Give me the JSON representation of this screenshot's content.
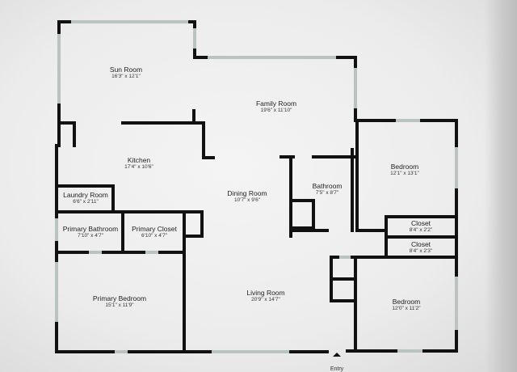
{
  "plan": {
    "rooms": [
      {
        "id": "sun-room",
        "name": "Sun Room",
        "dims": "16'3\" x 12'1\""
      },
      {
        "id": "family-room",
        "name": "Family Room",
        "dims": "19'6\" x 11'10\""
      },
      {
        "id": "kitchen",
        "name": "Kitchen",
        "dims": "17'4\" x 10'6\""
      },
      {
        "id": "laundry-room",
        "name": "Laundry Room",
        "dims": "6'6\" x 2'11\""
      },
      {
        "id": "dining-room",
        "name": "Dining Room",
        "dims": "10'7\" x 9'6\""
      },
      {
        "id": "bathroom",
        "name": "Bathroom",
        "dims": "7'5\" x 8'7\""
      },
      {
        "id": "bedroom-1",
        "name": "Bedroom",
        "dims": "12'1\" x 13'1\""
      },
      {
        "id": "closet-1",
        "name": "Closet",
        "dims": "8'4\" x 2'2\""
      },
      {
        "id": "closet-2",
        "name": "Closet",
        "dims": "8'4\" x 2'3\""
      },
      {
        "id": "primary-bathroom",
        "name": "Primary Bathroom",
        "dims": "7'10\" x 4'7\""
      },
      {
        "id": "primary-closet",
        "name": "Primary Closet",
        "dims": "6'10\" x 4'7\""
      },
      {
        "id": "primary-bedroom",
        "name": "Primary Bedroom",
        "dims": "15'1\" x 11'9\""
      },
      {
        "id": "living-room",
        "name": "Living Room",
        "dims": "20'9\" x 14'7\""
      },
      {
        "id": "bedroom-2",
        "name": "Bedroom",
        "dims": "12'0\" x 11'2\""
      }
    ],
    "entry_label": "Entry",
    "colors": {
      "wall": "#111111",
      "window": "#b9c4c2",
      "background": "#f1f1f1"
    }
  }
}
